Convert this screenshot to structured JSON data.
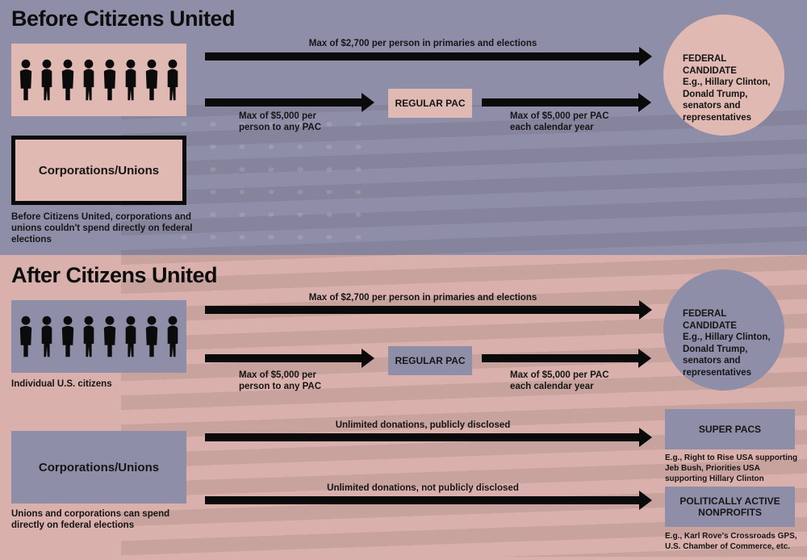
{
  "before": {
    "title": "Before Citizens United",
    "arrow_direct": "Max of $2,700 per person in primaries and elections",
    "arrow_to_pac": "Max of $5,000 per person to any PAC",
    "pac_label": "REGULAR PAC",
    "arrow_from_pac": "Max of $5,000 per PAC each calendar year",
    "candidate_title": "FEDERAL CANDIDATE",
    "candidate_desc": "E.g., Hillary Clinton, Donald Trump, senators and representatives",
    "corp_label": "Corporations/Unions",
    "corp_note": "Before Citizens United, corporations and unions couldn't spend directly on federal elections"
  },
  "after": {
    "title": "After Citizens United",
    "arrow_direct": "Max of $2,700 per person in primaries and elections",
    "arrow_to_pac": "Max of $5,000 per person to any PAC",
    "pac_label": "REGULAR PAC",
    "arrow_from_pac": "Max of $5,000 per PAC each calendar year",
    "candidate_title": "FEDERAL CANDIDATE",
    "candidate_desc": "E.g., Hillary Clinton, Donald Trump, senators and representatives",
    "citizens_label": "Individual U.S. citizens",
    "corp_label": "Corporations/Unions",
    "corp_note": "Unions and corporations can spend directly on federal elections",
    "arrow_super": "Unlimited donations, publicly disclosed",
    "super_label": "SUPER PACS",
    "super_examples": "E.g., Right to Rise USA supporting Jeb Bush, Priorities USA supporting Hillary Clinton",
    "arrow_nonprofit": "Unlimited donations, not publicly disclosed",
    "nonprofit_label": "POLITICALLY ACTIVE NONPROFITS",
    "nonprofit_examples": "E.g., Karl Rove's Crossroads GPS, U.S. Chamber of Commerce, etc."
  },
  "colors": {
    "lavender": "#8f8ea9",
    "pink": "#e1b9b3",
    "arrow": "#0a0a0a"
  },
  "icons": [
    "people-silhouettes-icon"
  ]
}
